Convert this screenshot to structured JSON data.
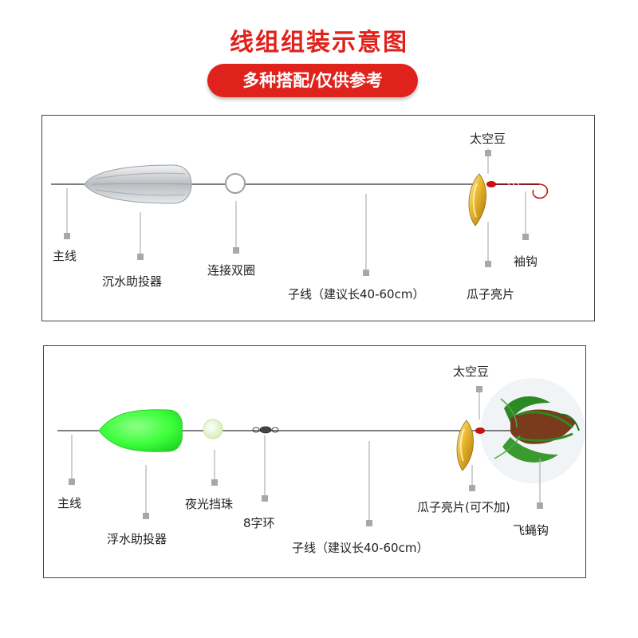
{
  "header": {
    "title": "线组组装示意图",
    "subtitle": "多种搭配/仅供参考"
  },
  "panel_1": {
    "labels": {
      "main_line": "主线",
      "sinking_bubble": "沉水助投器",
      "double_ring": "连接双圈",
      "leader": "子线（建议长40-60cm）",
      "space_bean": "太空豆",
      "blade": "瓜子亮片",
      "hook": "袖钩"
    }
  },
  "panel_2": {
    "labels": {
      "main_line": "主线",
      "floating_bubble": "浮水助投器",
      "glow_bead": "夜光挡珠",
      "swivel": "8字环",
      "leader": "子线（建议长40-60cm）",
      "space_bean": "太空豆",
      "blade": "瓜子亮片(可不加)",
      "fly_hook": "飞蝇钩"
    }
  },
  "colors": {
    "accent": "#e0221c",
    "sinker": "#cfd2d5",
    "floater": "#39ff3c",
    "glow_bead": "#e4f5c8",
    "blade_gold": "#d9a419",
    "space_bean_red": "#cc1010",
    "fly_green": "#2c8a25",
    "fly_brown": "#7a3a1c"
  }
}
